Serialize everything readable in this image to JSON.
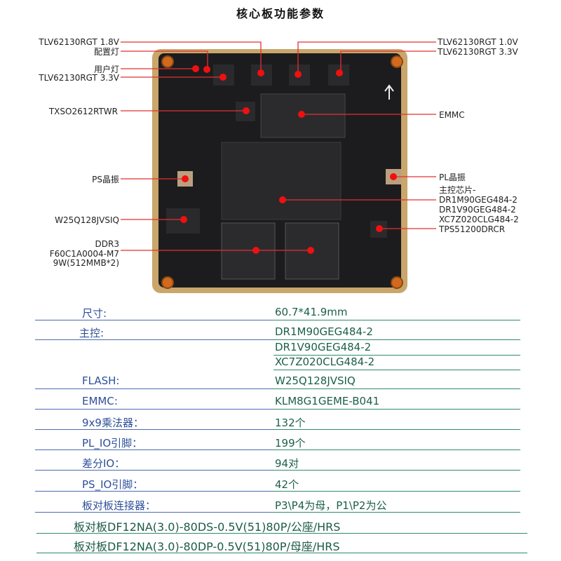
{
  "title": "核心板功能参数",
  "callouts": {
    "tlv_18": "TLV62130RGT 1.8V",
    "config_led": "配置灯",
    "user_led": "用户灯",
    "tlv_33_left": "TLV62130RGT 3.3V",
    "txs": "TXSO2612RTWR",
    "tlv_10": "TLV62130RGT 1.0V",
    "tlv_33_right": "TLV62130RGT 3.3V",
    "emmc": "EMMC",
    "ps_osc": "PS晶振",
    "pl_osc": "PL晶振",
    "main_chip": [
      "主控芯片-",
      "DR1M90GEG484-2",
      "DR1V90GEG484-2",
      "XC7Z020CLG484-2"
    ],
    "flash": "W25Q128JVSIQ",
    "tps": "TPS51200DRCR",
    "ddr": [
      "DDR3",
      "F60C1A0004-M7",
      "9W(512MMB*2)"
    ]
  },
  "specs": [
    {
      "label": "尺寸:",
      "value": "60.7*41.9mm"
    },
    {
      "label": "主控:",
      "value": "DR1M90GEG484-2"
    },
    {
      "label": "",
      "value": "DR1V90GEG484-2"
    },
    {
      "label": "",
      "value": "XC7Z020CLG484-2"
    },
    {
      "label": "FLASH:",
      "value": "W25Q128JVSIQ"
    },
    {
      "label": "EMMC:",
      "value": "KLM8G1GEME-B041"
    },
    {
      "label": "9x9乘法器：",
      "value": "132个"
    },
    {
      "label": "PL_IO引脚：",
      "value": "199个"
    },
    {
      "label": "差分IO：",
      "value": "94对"
    },
    {
      "label": "PS_IO引脚：",
      "value": "42个"
    },
    {
      "label": "板对板连接器：",
      "value": "P3\\P4为母，P1\\P2为公"
    }
  ],
  "connectors": [
    "板对板DF12NA(3.0)-80DS-0.5V(51)80P/公座/HRS",
    "板对板DF12NA(3.0)-80DP-0.5V(51)80P/母座/HRS"
  ],
  "colors": {
    "label": "#2d4f9a",
    "value": "#1d6048",
    "callout_line": "#e23030",
    "board": "#1c1c1e",
    "board_edge": "#c9a66b"
  }
}
